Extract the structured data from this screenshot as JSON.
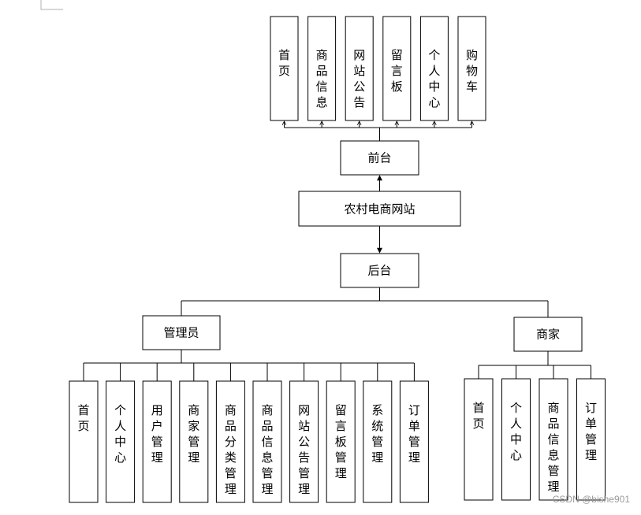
{
  "diagram": {
    "root": "农村电商网站",
    "frontend": {
      "label": "前台",
      "children": [
        "首页",
        "商品信息",
        "网站公告",
        "留言板",
        "个人中心",
        "购物车"
      ]
    },
    "backend": {
      "label": "后台",
      "admin": {
        "label": "管理员",
        "children": [
          "首页",
          "个人中心",
          "用户管理",
          "商家管理",
          "商品分类管理",
          "商品信息管理",
          "网站公告管理",
          "留言板管理",
          "系统管理",
          "订单管理"
        ]
      },
      "merchant": {
        "label": "商家",
        "children": [
          "首页",
          "个人中心",
          "商品信息管理",
          "订单管理"
        ]
      }
    }
  },
  "watermark": "CSDN @bishe901"
}
